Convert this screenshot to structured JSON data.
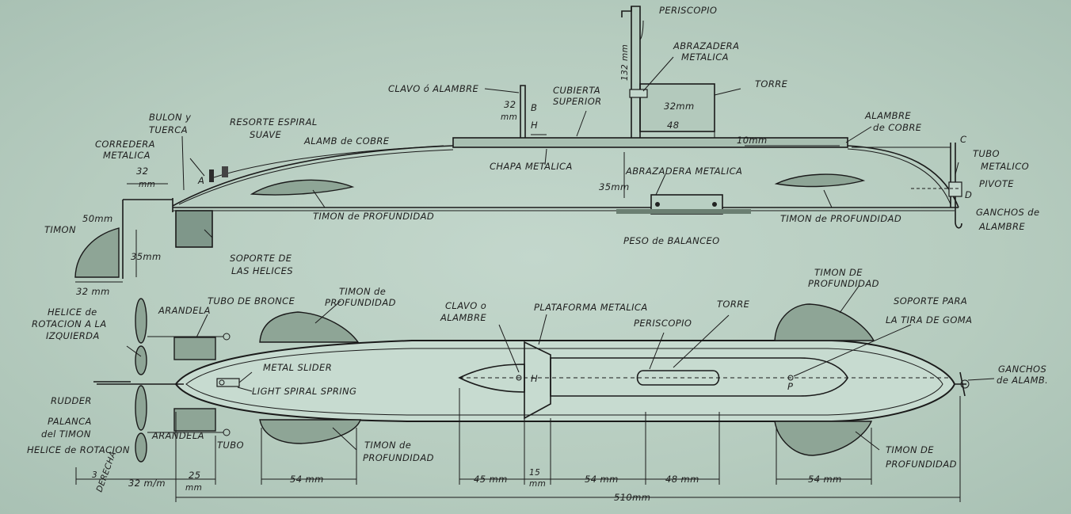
{
  "side_view": {
    "periscopio": "PERISCOPIO",
    "abrazadera_metalica_top": "ABRAZADERA",
    "abrazadera_metalica_top2": "METALICA",
    "periscope_height": "132 mm",
    "torre": "TORRE",
    "torre_height": "32mm",
    "torre_width": "48",
    "clavo_alambre": "CLAVO ó ALAMBRE",
    "clavo_height_1": "32",
    "clavo_height_2": "mm",
    "letter_b": "B",
    "letter_h": "H",
    "cubierta_1": "CUBIERTA",
    "cubierta_2": "SUPERIOR",
    "alambre_cobre_right_1": "ALAMBRE",
    "alambre_cobre_right_2": "de COBRE",
    "letter_c": "C",
    "tubo_metalico_1": "TUBO",
    "tubo_metalico_2": "METALICO",
    "pivote": "PIVOTE",
    "letter_d": "D",
    "ganchos_1": "GANCHOS de",
    "ganchos_2": "ALAMBRE",
    "deck_10mm": "10mm",
    "bulon_1": "BULON y",
    "bulon_2": "TUERCA",
    "resorte_1": "RESORTE ESPIRAL",
    "resorte_2": "SUAVE",
    "alamb_cobre": "ALAMB de COBRE",
    "corredera_1": "CORREDERA",
    "corredera_2": "METALICA",
    "dim_32": "32",
    "dim_mm": "mm",
    "letter_a": "A",
    "chapa_metalica": "CHAPA METALICA",
    "abrazadera_lower": "ABRAZADERA METALICA",
    "dim_35": "35mm",
    "timon_prof_left": "TIMON de PROFUNDIDAD",
    "timon_prof_right": "TIMON de PROFUNDIDAD",
    "peso_balanceo": "PESO de BALANCEO",
    "dim_50": "50mm",
    "timon": "TIMON",
    "timon_35": "35mm",
    "timon_32": "32 mm",
    "soporte_1": "SOPORTE DE",
    "soporte_2": "LAS HELICES"
  },
  "top_view": {
    "helice_izq_1": "HELICE de",
    "helice_izq_2": "ROTACION A LA",
    "helice_izq_3": "IZQUIERDA",
    "arandela_top": "ARANDELA",
    "tubo_bronce": "TUBO DE BRONCE",
    "timon_prof_tl_1": "TIMON de",
    "timon_prof_tl_2": "PROFUNDIDAD",
    "metal_slider": "METAL SLIDER",
    "light_spring": "LIGHT SPIRAL SPRING",
    "rudder": "RUDDER",
    "palanca_1": "PALANCA",
    "palanca_2": "del TIMON",
    "helice_der": "HELICE de ROTACION",
    "derecha": "DERECHA",
    "arandela_bottom": "ARANDELA",
    "tubo": "TUBO",
    "timon_prof_bl_1": "TIMON de",
    "timon_prof_bl_2": "PROFUNDIDAD",
    "clavo_1": "CLAVO o",
    "clavo_2": "ALAMBRE",
    "plataforma": "PLATAFORMA METALICA",
    "torre": "TORRE",
    "periscopio": "PERISCOPIO",
    "letter_h": "H",
    "letter_p": "P",
    "timon_prof_tr_1": "TIMON DE",
    "timon_prof_tr_2": "PROFUNDIDAD",
    "soporte_tira_1": "SOPORTE PARA",
    "soporte_tira_2": "LA TIRA DE GOMA",
    "ganchos_1": "GANCHOS",
    "ganchos_2": "de ALAMB.",
    "timon_prof_br_1": "TIMON DE",
    "timon_prof_br_2": "PROFUNDIDAD"
  },
  "dimensions": {
    "d3": "3",
    "d32": "32 m/m",
    "d25": "25",
    "d25mm": "mm",
    "d54_left": "54 mm",
    "d45": "45 mm",
    "d15": "15",
    "d15mm": "mm",
    "d54_mid": "54 mm",
    "d48": "48 mm",
    "d54_right": "54 mm",
    "total": "510mm"
  }
}
